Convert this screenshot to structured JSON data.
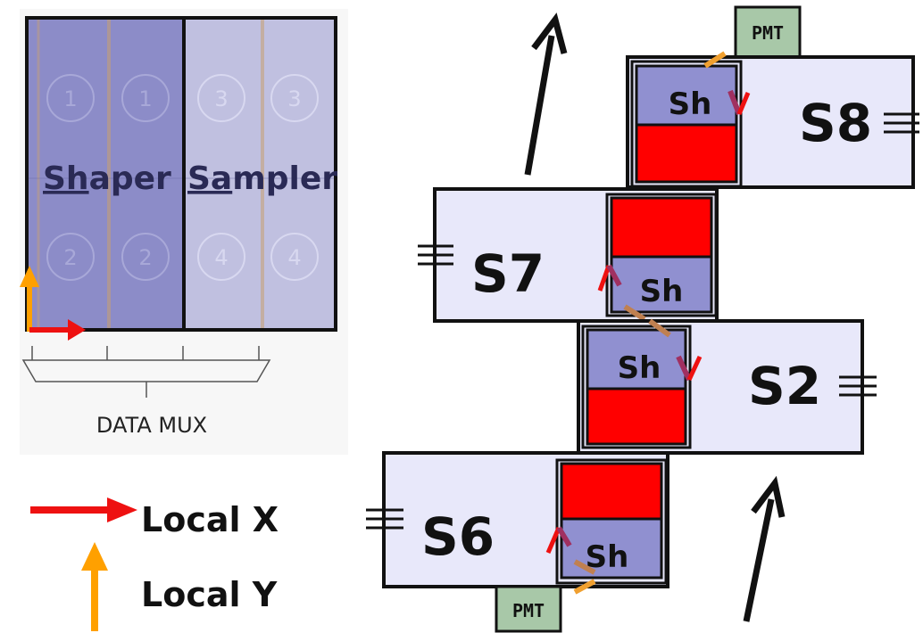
{
  "chip": {
    "shaper_label_under": "Sh",
    "shaper_label_rest": "aper",
    "sampler_label_under": "Sa",
    "sampler_label_rest": "mpler",
    "cell_numbers": [
      "1",
      "1",
      "3",
      "3",
      "2",
      "2",
      "4",
      "4"
    ],
    "mux_label": "DATA MUX"
  },
  "legend": {
    "local_x": "Local X",
    "local_y": "Local Y"
  },
  "sensors": {
    "s8": "S8",
    "s7": "S7",
    "s2": "S2",
    "s6": "S6",
    "shaper_tag": "Sh",
    "pmt_top": "PMT",
    "pmt_bottom": "PMT"
  },
  "colors": {
    "shaper_fill": "#8c8cc8",
    "sampler_fill": "#c0c0e0",
    "sensor_fill": "#e8e8fa",
    "sh_fill": "#9090d0",
    "red_fill": "#ff0000",
    "pmt_fill": "#a8c8a8",
    "local_x_arrow": "#ee1111",
    "local_y_arrow": "#ffa000"
  }
}
